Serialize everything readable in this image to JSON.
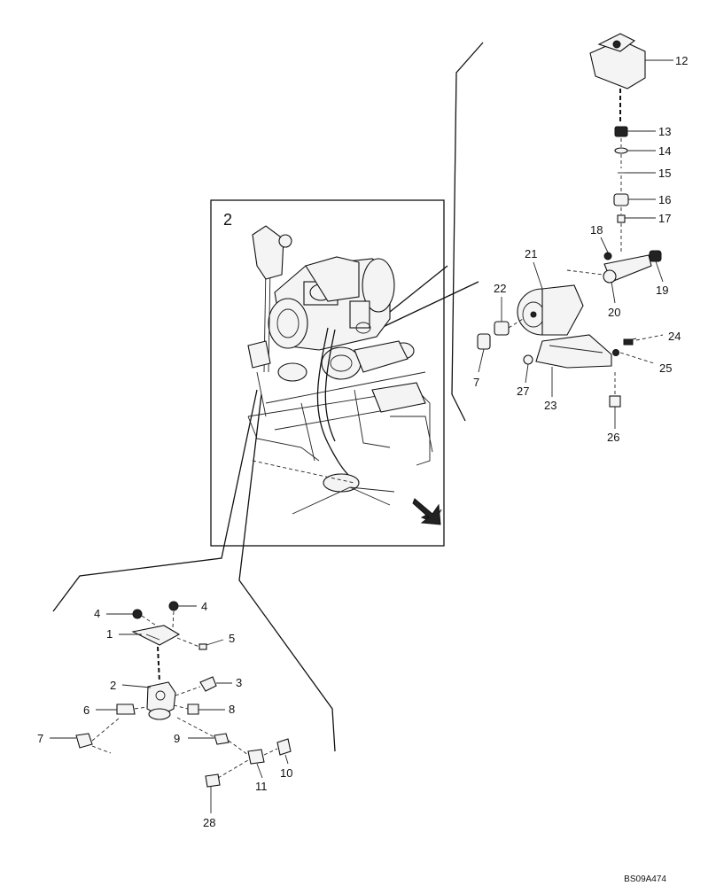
{
  "diagram": {
    "inset_label": "2",
    "drawing_ref": "BS09A474",
    "callouts": [
      "1",
      "2",
      "3",
      "4",
      "5",
      "6",
      "7",
      "8",
      "9",
      "10",
      "11",
      "12",
      "13",
      "14",
      "15",
      "16",
      "17",
      "18",
      "19",
      "20",
      "21",
      "22",
      "23",
      "24",
      "25",
      "26",
      "27",
      "28"
    ]
  }
}
